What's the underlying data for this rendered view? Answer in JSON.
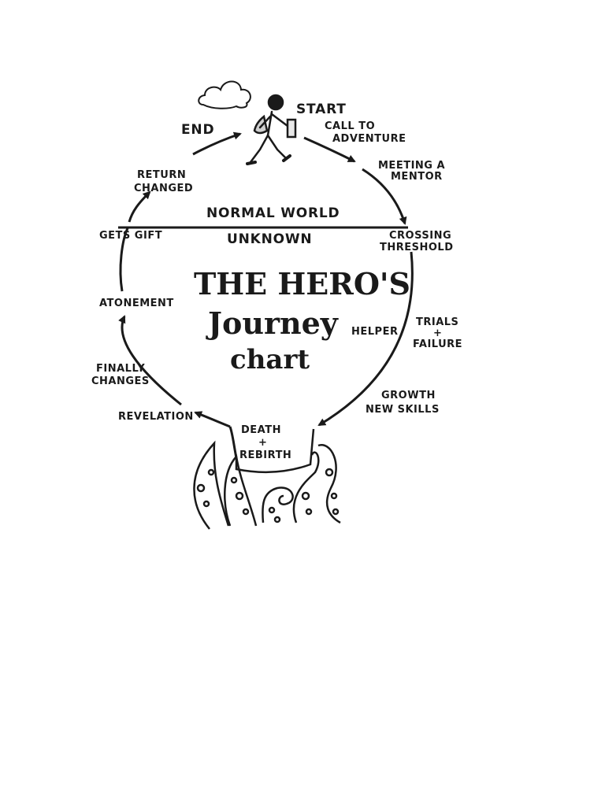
{
  "title": {
    "line1": "THE HERO'S",
    "line2": "Journey",
    "line3": "chart"
  },
  "regions": {
    "upper": "NORMAL WORLD",
    "lower": "UNKNOWN"
  },
  "stages": {
    "start": "START",
    "call_1": "CALL TO",
    "call_2": "ADVENTURE",
    "mentor_1": "MEETING A",
    "mentor_2": "MENTOR",
    "crossing_1": "CROSSING",
    "crossing_2": "THRESHOLD",
    "helper": "HELPER",
    "trials_1": "TRIALS",
    "trials_2": "+",
    "trials_3": "FAILURE",
    "growth_1": "GROWTH",
    "growth_2": "NEW SKILLS",
    "death_1": "DEATH",
    "death_2": "+",
    "death_3": "REBIRTH",
    "revelation": "REVELATION",
    "changes_1": "FINALLY",
    "changes_2": "CHANGES",
    "atonement": "ATONEMENT",
    "gift": "GETS GIFT",
    "return_1": "RETURN",
    "return_2": "CHANGED",
    "end": "END"
  },
  "icons": [
    "cloud-icon",
    "hiker-icon",
    "tentacle-icon"
  ]
}
